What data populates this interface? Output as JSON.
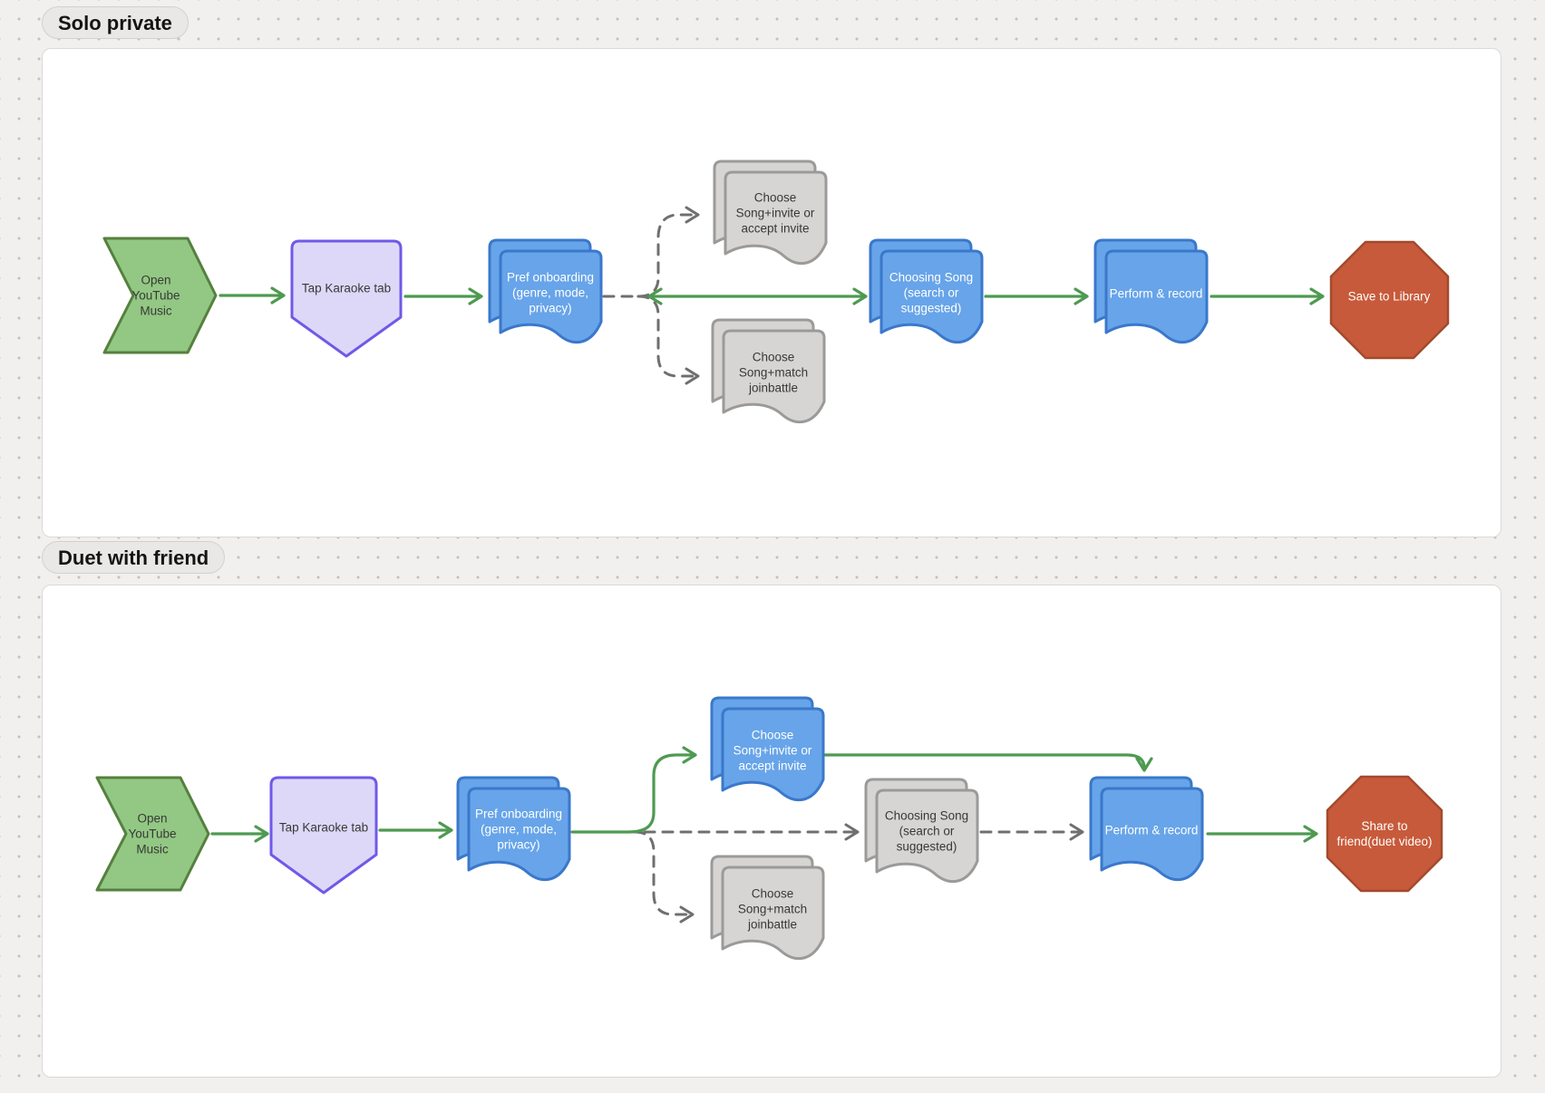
{
  "sections": [
    {
      "label": "Solo private",
      "nodes": {
        "open": "Open\nYouTube\nMusic",
        "tap": "Tap Karaoke tab",
        "pref": "Pref onboarding\n(genre, mode,\nprivacy)",
        "choose_invite": "Choose\nSong+invite or\naccept invite",
        "choose_match": "Choose\nSong+match\njoinbattle",
        "choosing": "Choosing Song\n(search or\nsuggested)",
        "perform": "Perform & record",
        "end": "Save to Library"
      }
    },
    {
      "label": "Duet with friend",
      "nodes": {
        "open": "Open\nYouTube\nMusic",
        "tap": "Tap Karaoke tab",
        "pref": "Pref onboarding\n(genre, mode,\nprivacy)",
        "choose_invite": "Choose\nSong+invite or\naccept invite",
        "choose_match": "Choose\nSong+match\njoinbattle",
        "choosing": "Choosing Song\n(search or\nsuggested)",
        "perform": "Perform & record",
        "end": "Share to\nfriend(duet video)"
      }
    }
  ],
  "colors": {
    "canvas_bg": "#f1f0ee",
    "dot": "#c3c1bf",
    "frame_bg": "#ffffff",
    "frame_border": "#dbd9d7",
    "label_pill_bg": "#e9e8e6",
    "label_pill_border": "#d3d1cf",
    "label_text": "#141414",
    "green_fill": "#92c883",
    "green_stroke": "#55803e",
    "purple_fill": "#ded8f8",
    "purple_stroke": "#6e5ae8",
    "blue_fill": "#67a4e9",
    "blue_stroke": "#3a78cb",
    "gray_fill": "#d6d5d4",
    "gray_stroke": "#9b9a99",
    "red_fill": "#c75a3a",
    "red_stroke": "#a34a2d",
    "connector_green": "#4e9a51",
    "connector_gray": "#6f6f6f",
    "text_dark": "#383838",
    "text_light": "#ffffff"
  }
}
